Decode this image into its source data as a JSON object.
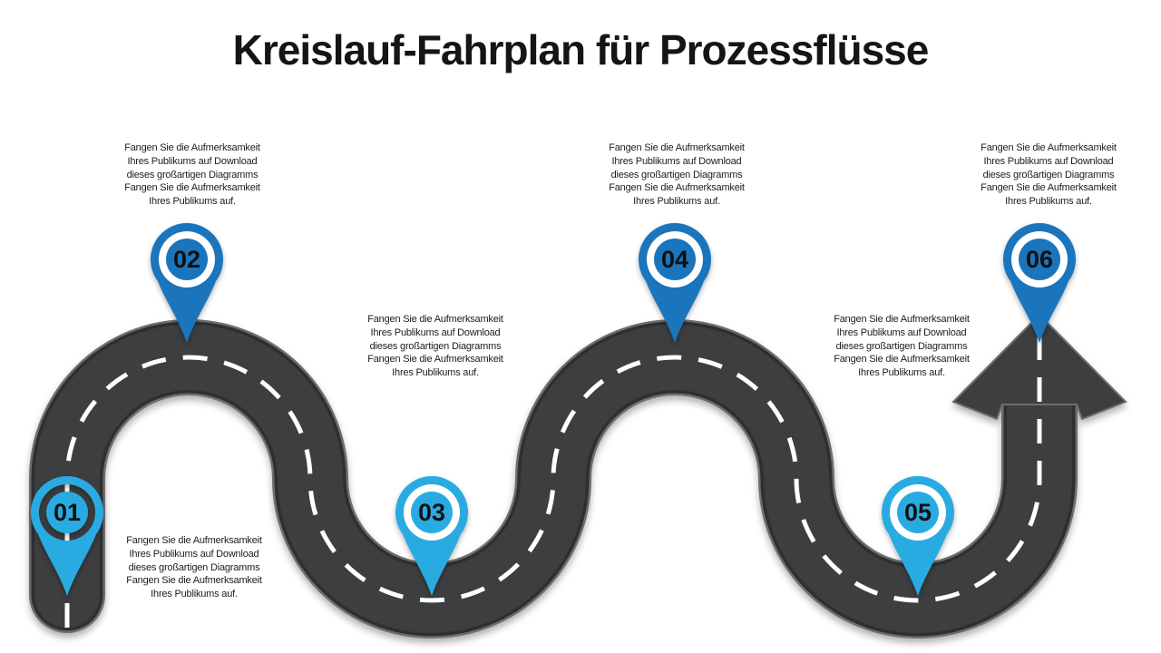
{
  "title": "Kreislauf-Fahrplan für Prozessflüsse",
  "colors": {
    "light_blue": "#29ABE2",
    "dark_blue": "#1B75BC",
    "road_surface": "#3D3E40",
    "road_rim": "#6C6D6F",
    "dash_line": "#FFFFFF",
    "number_text": "#111111",
    "body_text": "#1C1C1C",
    "title_text": "#151515"
  },
  "steps": [
    {
      "number": "01",
      "pin_color": "#29ABE2",
      "text": "Fangen Sie die Aufmerksamkeit\nIhres Publikums auf Download\ndieses großartigen Diagramms\nFangen Sie die Aufmerksamkeit\nIhres Publikums auf."
    },
    {
      "number": "02",
      "pin_color": "#1B75BC",
      "text": "Fangen Sie die Aufmerksamkeit\nIhres Publikums auf Download\ndieses großartigen Diagramms\nFangen Sie die Aufmerksamkeit\nIhres Publikums auf."
    },
    {
      "number": "03",
      "pin_color": "#29ABE2",
      "text": "Fangen Sie die Aufmerksamkeit\nIhres Publikums auf Download\ndieses großartigen Diagramms\nFangen Sie die Aufmerksamkeit\nIhres Publikums auf."
    },
    {
      "number": "04",
      "pin_color": "#1B75BC",
      "text": "Fangen Sie die Aufmerksamkeit\nIhres Publikums auf Download\ndieses großartigen Diagramms\nFangen Sie die Aufmerksamkeit\nIhres Publikums auf."
    },
    {
      "number": "05",
      "pin_color": "#29ABE2",
      "text": "Fangen Sie die Aufmerksamkeit\nIhres Publikums auf Download\ndieses großartigen Diagramms\nFangen Sie die Aufmerksamkeit\nIhres Publikums auf."
    },
    {
      "number": "06",
      "pin_color": "#1B75BC",
      "text": "Fangen Sie die Aufmerksamkeit\nIhres Publikums auf Download\ndieses großartigen Diagramms\nFangen Sie die Aufmerksamkeit\nIhres Publikums auf."
    }
  ]
}
